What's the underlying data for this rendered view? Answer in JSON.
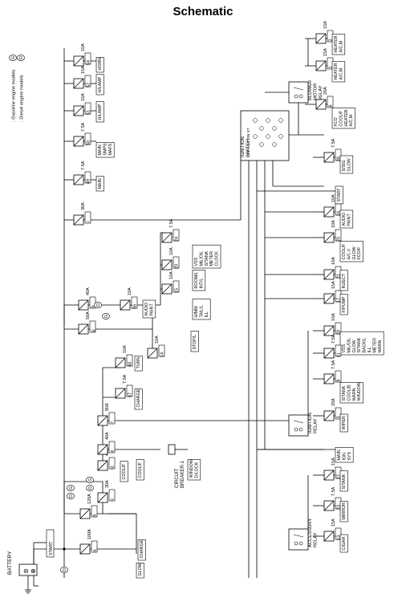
{
  "title": "Schematic",
  "legend": [
    {
      "symbol": "G",
      "text": ": Gasoline engine models"
    },
    {
      "symbol": "D",
      "text": ": Diesel engine models"
    }
  ],
  "battery_label": "BATTERY",
  "relays": {
    "blower": "BLOWER MOTOR RELAY",
    "ignition": "IGNITION RELAY",
    "accessory": "ACCESSORY RELAY"
  },
  "ignition_switch": {
    "label": "IGNITION SWITCH",
    "positions": "OFF ACC ON ST"
  },
  "circuit_breaker": "CIRCUIT BREAKER-1",
  "top_row": [
    {
      "amp": "10A",
      "num": "54",
      "load": "HORN"
    },
    {
      "amp": "15A",
      "num": "52",
      "load": "H/LAMP"
    },
    {
      "amp": "15A",
      "num": "51",
      "load": "H/LAMP"
    },
    {
      "amp": "7.5A",
      "num": "50",
      "load": "MAIN SMPS MAFS"
    },
    {
      "amp": "7.5A",
      "num": "49",
      "load": "MAIN"
    },
    {
      "amp": "30A",
      "num": "i",
      "load": ""
    }
  ],
  "mid_block": {
    "f1": {
      "amp": "40A",
      "num": "h"
    },
    "f2": {
      "amp": "10A",
      "num": "56",
      "load": "AUDIO PAINT"
    },
    "f3": {
      "amp": "50A",
      "num": "g"
    },
    "f4": {
      "amp": "10A",
      "num": "14",
      "load": "STOP/L"
    },
    "f5": {
      "amp": "10A",
      "num": "15",
      "load": "H/MM TAIL/L ILL"
    },
    "f6": {
      "amp": "10A",
      "num": "20",
      "load": "ROOM/L INT/L"
    },
    "f7": {
      "amp": "7.5A",
      "num": "24",
      "load": "VSS MIL/OIL S/TANK METER CLOCK"
    }
  },
  "left_block": [
    {
      "amp": "10A",
      "num": "48",
      "load": "TURN"
    },
    {
      "amp": "7.5A",
      "num": "47",
      "load": "CHARGE"
    },
    {
      "amp": "80A",
      "num": "f",
      "load": ""
    },
    {
      "amp": "40A",
      "num": "e",
      "load": "WINDOW D/LOCK"
    },
    {
      "amp": "40A",
      "num": "d",
      "load": "COOL/F"
    },
    {
      "amp": "30A",
      "num": "c",
      "load": "COOL/F"
    },
    {
      "amp": "120A",
      "num": "b",
      "load": "CHARGE"
    },
    {
      "amp": "100A",
      "num": "a",
      "load": "GLOW"
    }
  ],
  "left_notes": {
    "d_tag": "G",
    "c_tag": "D",
    "b_tags": "G D",
    "start": "START"
  },
  "right_column": [
    {
      "amp": "15A",
      "num": "2",
      "load": "HEATER A/C,M"
    },
    {
      "amp": "15A",
      "num": "1",
      "load": "HEATER A/C,M"
    },
    {
      "amp": "20A",
      "num": "6",
      "load": "FCO COOL/F HEATER A/C,M"
    },
    {
      "amp": "7.5A",
      "num": "26",
      "load": "S/SIG GLOW"
    },
    {
      "amp": "",
      "num": "",
      "load": "START"
    },
    {
      "amp": "10A",
      "num": "16",
      "load": "AUDIO PAINT"
    },
    {
      "amp": "10A",
      "num": "25",
      "load": "COOL/F A/C,V GLOW FCO/F"
    },
    {
      "amp": "10A",
      "num": "21",
      "load": "INJECT"
    },
    {
      "amp": "15A",
      "num": "17",
      "load": "F/PUMP"
    },
    {
      "amp": "10A",
      "num": "28",
      "load": "VSS MIL/OIL GLOW S/TANK BACK/L ILL METER WARN"
    },
    {
      "amp": "7.5A",
      "num": "11",
      "load": ""
    },
    {
      "amp": "7.5A",
      "num": "8",
      "load": "S/TANK COOL/B WARN WINDOW"
    },
    {
      "amp": "20A",
      "num": "3",
      "load": "WIPER"
    },
    {
      "amp": "",
      "num": "",
      "load": "MAIN IGN SYS"
    },
    {
      "amp": "15A",
      "num": "27",
      "load": "S/TANK"
    },
    {
      "amp": "7.5A",
      "num": "23",
      "load": "MIRROR"
    },
    {
      "amp": "15A",
      "num": "13",
      "load": "CIGAR"
    }
  ]
}
